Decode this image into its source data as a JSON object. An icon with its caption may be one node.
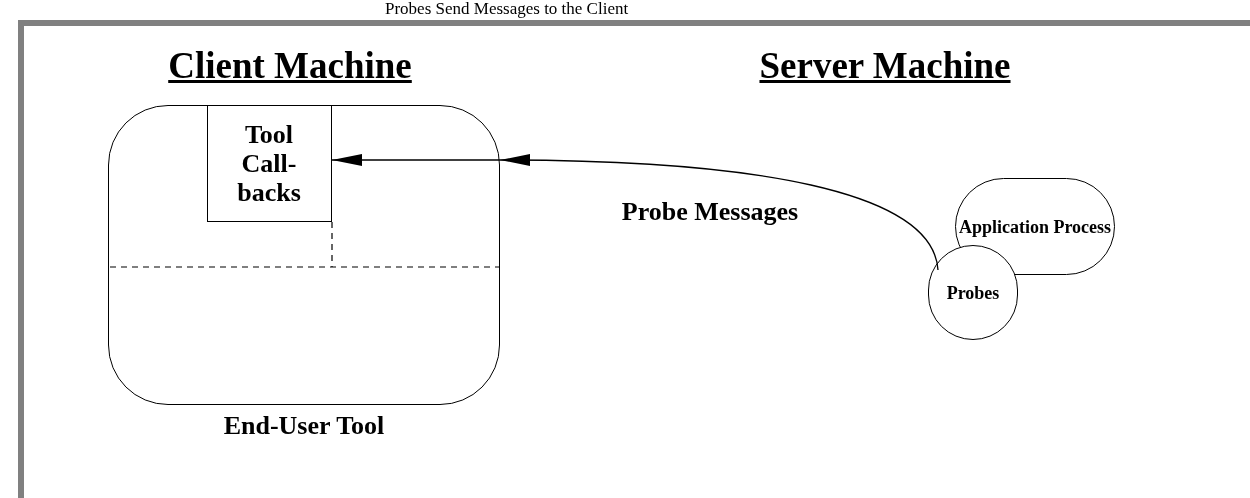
{
  "diagram": {
    "title": "Probes Send Messages to the Client",
    "nodes": [
      {
        "text": [
          "End-User Tool"
        ]
      },
      {
        "text": [
          "Tool Call- backs"
        ],
        "in": 0
      },
      {
        "text": [
          "Application Process"
        ]
      },
      {
        "text": [
          "Probes"
        ]
      }
    ],
    "edges": [
      {
        "from": 3,
        "to": 0,
        "arrow": "to",
        "label": "Probe Messages"
      },
      {
        "from": 0,
        "to": 1,
        "arrow": "to"
      }
    ],
    "labels": [
      "Client Machine",
      "Server Machine"
    ]
  }
}
